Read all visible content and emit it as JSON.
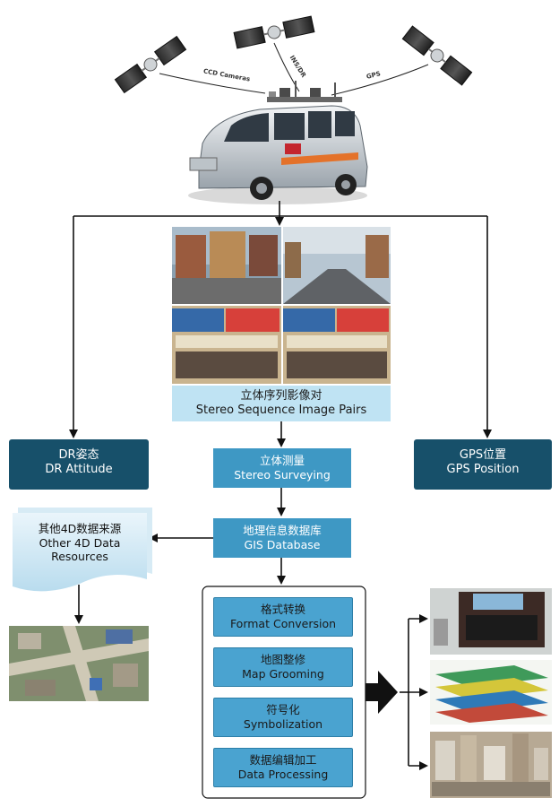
{
  "sensors": {
    "ccd_label": "CCD Cameras",
    "ins_label": "INS/DR",
    "gps_label": "GPS"
  },
  "stereo_pairs": {
    "zh": "立体序列影像对",
    "en": "Stereo Sequence Image Pairs"
  },
  "dr_attitude": {
    "zh": "DR姿态",
    "en": "DR Attitude"
  },
  "stereo_surveying": {
    "zh": "立体测量",
    "en": "Stereo Surveying"
  },
  "gps_position": {
    "zh": "GPS位置",
    "en": "GPS Position"
  },
  "other_data": {
    "zh": "其他4D数据来源",
    "en_line1": "Other 4D Data",
    "en_line2": "Resources"
  },
  "gis_database": {
    "zh": "地理信息数据库",
    "en": "GIS Database"
  },
  "processing_steps": [
    {
      "zh": "格式转换",
      "en": "Format Conversion"
    },
    {
      "zh": "地图整修",
      "en": "Map Grooming"
    },
    {
      "zh": "符号化",
      "en": "Symbolization"
    },
    {
      "zh": "数据编辑加工",
      "en": "Data Processing"
    }
  ],
  "colors": {
    "dark_box": "#17506a",
    "mid_box": "#3e98c4",
    "pale_box": "#bfe3f3",
    "arrow": "#111111"
  }
}
